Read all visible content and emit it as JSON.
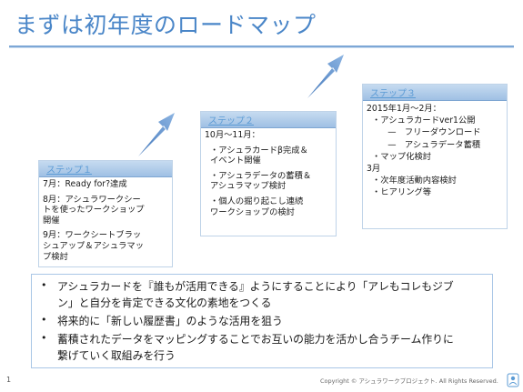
{
  "title": "まずは初年度のロードマップ",
  "steps": [
    {
      "label": "ステップ１",
      "lines": [
        "7月：Ready for?達成",
        "",
        "8月：アシュラワークシー",
        "トを使ったワークショップ",
        "開催",
        "",
        "9月：ワークシートブラッ",
        "シュアップ＆アシュラマッ",
        "プ検討"
      ]
    },
    {
      "label": "ステップ２",
      "lines": [
        "10月〜11月：",
        "",
        "・アシュラカードβ完成＆",
        "イベント開催",
        "",
        "・アシュラデータの蓄積＆",
        "アシュラマップ検討",
        "",
        "・個人の掘り起こし連続",
        "ワークショップの検討"
      ]
    },
    {
      "label": "ステップ３",
      "lines": [
        "2015年1月〜2月：",
        "・アシュラカードver1公開",
        "　—　フリーダウンロード",
        "　—　アシュラデータ蓄積",
        "・マップ化検討",
        "3月",
        "・次年度活動内容検討",
        "・ヒアリング等"
      ]
    }
  ],
  "summary": [
    [
      "アシュラカードを『誰もが活用できる』ようにすることにより「アレもコレもジブ",
      "ン」と自分を肯定できる文化の素地をつくる"
    ],
    [
      "将来的に「新しい履歴書」のような活用を狙う"
    ],
    [
      "蓄積されたデータをマッピングすることでお互いの能力を活かし合うチーム作りに",
      "繋げていく取組みを行う"
    ]
  ],
  "bullet_char": "•",
  "footer": {
    "page_number": "1",
    "copyright": "Copyright © アシュラワークプロジェクト. All Rights Reserved."
  },
  "colors": {
    "title": "#4a86c8",
    "accent": "#5b9bd5",
    "header_fill": "#9fc0e4",
    "border": "#a9c6e6"
  }
}
